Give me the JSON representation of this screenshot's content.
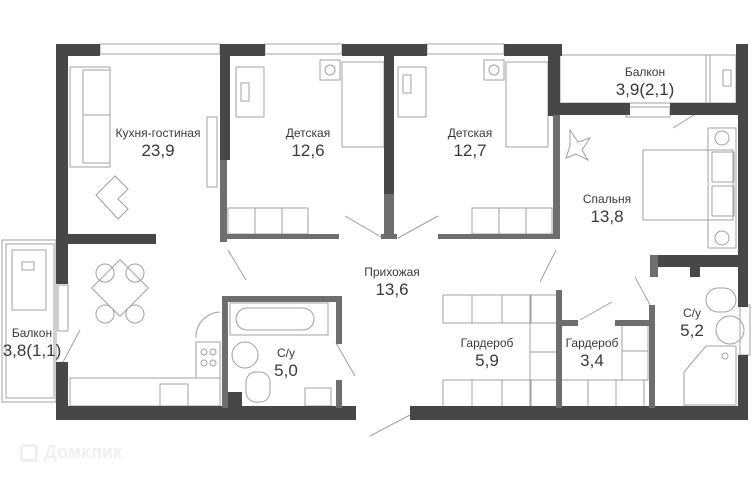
{
  "plan": {
    "wall_color": "#474747",
    "partition_color": "#6e6e6e",
    "line_color": "#9a9a9a",
    "rooms": [
      {
        "name": "Кухня-гостиная",
        "area": "23,9"
      },
      {
        "name": "Детская",
        "area": "12,6"
      },
      {
        "name": "Детская",
        "area": "12,7"
      },
      {
        "name": "Балкон",
        "area": "3,9(2,1)"
      },
      {
        "name": "Спальня",
        "area": "13,8"
      },
      {
        "name": "Балкон",
        "area": "3,8(1,1)"
      },
      {
        "name": "Прихожая",
        "area": "13,6"
      },
      {
        "name": "С/у",
        "area": "5,0"
      },
      {
        "name": "Гардероб",
        "area": "5,9"
      },
      {
        "name": "Гардероб",
        "area": "3,4"
      },
      {
        "name": "С/у",
        "area": "5,2"
      }
    ]
  },
  "watermark": {
    "text": "Домклик",
    "icon": "domclick-logo-icon"
  }
}
